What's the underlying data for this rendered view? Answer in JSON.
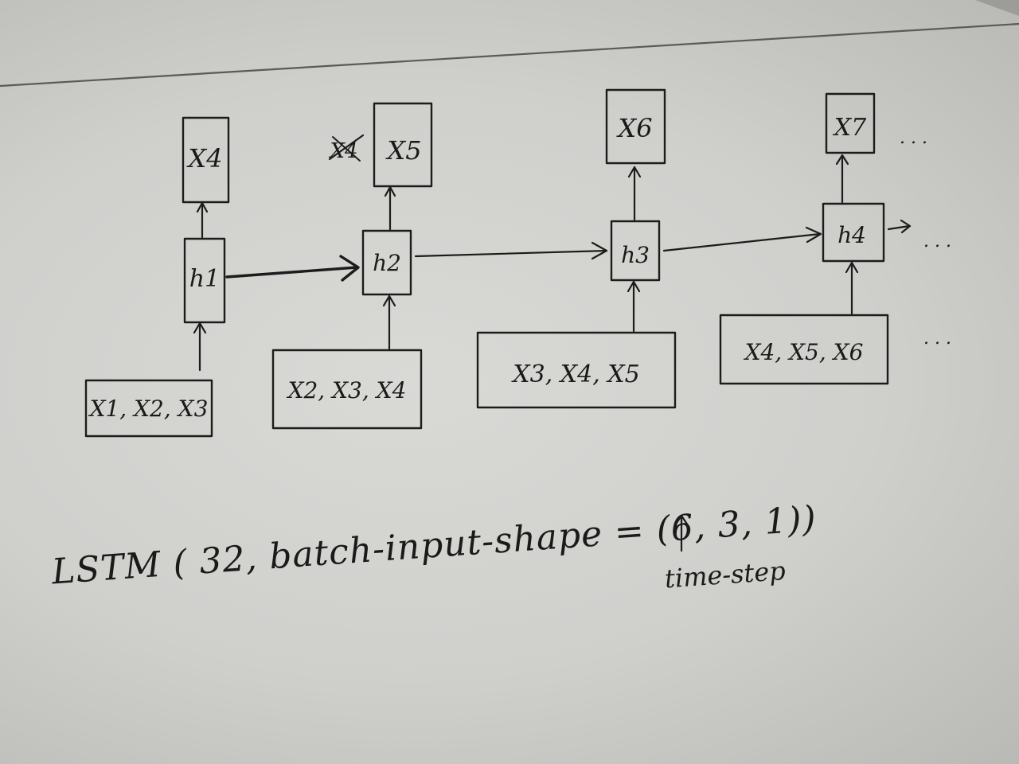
{
  "diagram": {
    "outputs": [
      "X4",
      "X5",
      "X6",
      "X7"
    ],
    "crossed_out": "X4",
    "hidden": [
      "h1",
      "h2",
      "h3",
      "h4"
    ],
    "inputs": [
      "X1, X2, X3",
      "X2, X3, X4",
      "X3, X4, X5",
      "X4, X5, X6"
    ],
    "continuation": ". . ."
  },
  "code": {
    "line": "LSTM ( 32,  batch-input-shape = (6, 3, 1))",
    "annotation": "time-step"
  },
  "colors": {
    "paper": "#d6d6d3",
    "ink": "#1c1c1c"
  }
}
